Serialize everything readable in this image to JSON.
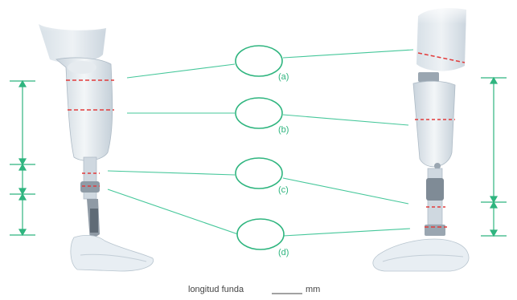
{
  "labels": {
    "a": "(a)",
    "b": "(b)",
    "c": "(c)",
    "d": "(d)"
  },
  "footer": {
    "prefix": "longitud funda",
    "unit": "mm"
  },
  "colors": {
    "accent": "#2fb57f",
    "guide_line": "#45c79a",
    "dashed_marker": "#e23b3b",
    "prosthesis": "#d9e2ea",
    "prosthesis_shadow": "#b9c6d1",
    "socket": "#eef2f5"
  }
}
